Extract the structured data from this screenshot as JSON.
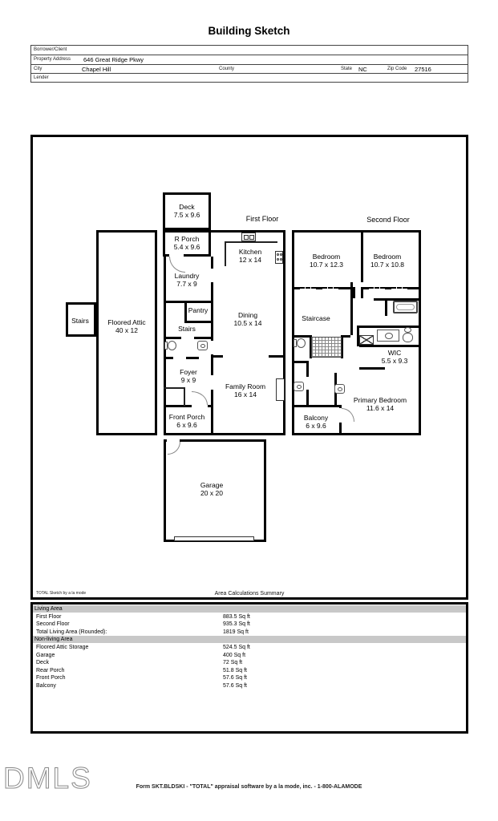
{
  "title": "Building Sketch",
  "header": {
    "borrower_label": "Borrower/Client",
    "property_label": "Property Address",
    "property_value": "646 Great Ridge Pkwy",
    "city_label": "City",
    "city_value": "Chapel Hill",
    "county_label": "County",
    "state_label": "State",
    "state_value": "NC",
    "zip_label": "Zip Code",
    "zip_value": "27516",
    "lender_label": "Lender"
  },
  "floor_plan": {
    "first_floor_title": "First Floor",
    "second_floor_title": "Second Floor",
    "rooms": {
      "deck": {
        "name": "Deck",
        "dims": "7.5 x 9.6"
      },
      "r_porch": {
        "name": "R Porch",
        "dims": "5.4 x 9.6"
      },
      "kitchen": {
        "name": "Kitchen",
        "dims": "12 x 14"
      },
      "laundry": {
        "name": "Laundry",
        "dims": "7.7 x 9"
      },
      "pantry": {
        "name": "Pantry"
      },
      "stairs_attic": {
        "name": "Stairs"
      },
      "floored_attic": {
        "name": "Floored Attic",
        "dims": "40 x 12"
      },
      "stairs_first": {
        "name": "Stairs"
      },
      "dining": {
        "name": "Dining",
        "dims": "10.5 x 14"
      },
      "foyer": {
        "name": "Foyer",
        "dims": "9 x 9"
      },
      "family_room": {
        "name": "Family Room",
        "dims": "16 x 14"
      },
      "front_porch": {
        "name": "Front Porch",
        "dims": "6 x 9.6"
      },
      "garage": {
        "name": "Garage",
        "dims": "20 x 20"
      },
      "bedroom1": {
        "name": "Bedroom",
        "dims": "10.7 x 12.3"
      },
      "bedroom2": {
        "name": "Bedroom",
        "dims": "10.7 x 10.8"
      },
      "staircase": {
        "name": "Staircase"
      },
      "wic": {
        "name": "WIC",
        "dims": "5.5 x 9.3"
      },
      "primary_bedroom": {
        "name": "Primary Bedroom",
        "dims": "11.6 x 14"
      },
      "balcony": {
        "name": "Balcony",
        "dims": "6 x 9.6"
      }
    },
    "icons": {
      "kitchen-sink": "double-basin rect",
      "stove": "4-burner rect",
      "toilet": "tank + bowl oval",
      "pedestal-sink": "rounded square + oval",
      "bathtub": "double-line rect",
      "fireplace": "wall rect",
      "stairs-hatch": "cross-hatch grid",
      "linen-closet": "x-crossed box",
      "door": "quarter-circle arc"
    }
  },
  "summary": {
    "branding": "TOTAL Sketch by a la mode",
    "title": "Area Calculations Summary",
    "living_header": "Living Area",
    "nonliving_header": "Non-living Area",
    "living_rows": [
      {
        "label": "First Floor",
        "value": "883.5 Sq ft"
      },
      {
        "label": "Second Floor",
        "value": "935.3 Sq ft"
      },
      {
        "label": "Total Living Area (Rounded):",
        "value": "1819 Sq ft"
      }
    ],
    "nonliving_rows": [
      {
        "label": "Floored Attic Storage",
        "value": "524.5 Sq ft"
      },
      {
        "label": "Garage",
        "value": "400 Sq ft"
      },
      {
        "label": "Deck",
        "value": "72 Sq ft"
      },
      {
        "label": "Rear Porch",
        "value": "51.8 Sq ft"
      },
      {
        "label": "Front Porch",
        "value": "57.6 Sq ft"
      },
      {
        "label": "Balcony",
        "value": "57.6 Sq ft"
      }
    ]
  },
  "footer": {
    "logo": "DMLS",
    "form_line": "Form SKT.BLDSKI - \"TOTAL\" appraisal software by a la mode, inc. - 1-800-ALAMODE"
  },
  "colors": {
    "wall": "#000000",
    "band_gray": "#c8c8c8"
  }
}
